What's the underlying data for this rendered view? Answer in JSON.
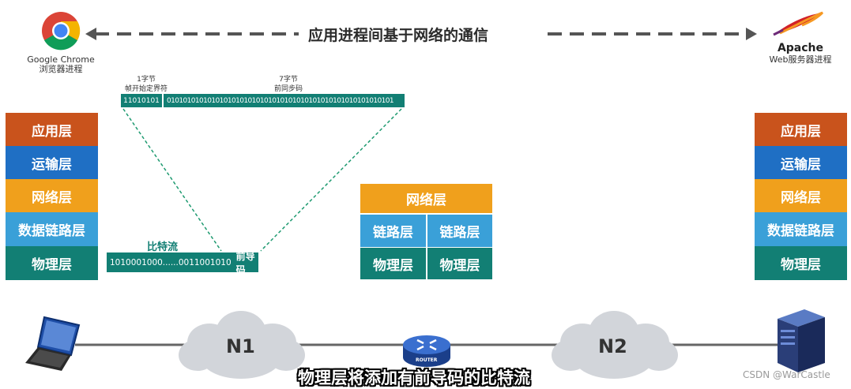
{
  "banner": "应用进程间基于网络的通信",
  "left_host": {
    "name": "Google Chrome",
    "desc": "浏览器进程"
  },
  "right_host": {
    "name": "Apache",
    "desc": "Web服务器进程"
  },
  "layers": {
    "app": "应用层",
    "transport": "运输层",
    "network": "网络层",
    "link": "数据链路层",
    "physical": "物理层"
  },
  "router_stack": {
    "network": "网络层",
    "link_left": "链路层",
    "link_right": "链路层",
    "phys_left": "物理层",
    "phys_right": "物理层"
  },
  "frame": {
    "sfd_label_1": "1字节",
    "sfd_label_2": "帧开始定界符",
    "sfd_bits": "11010101",
    "preamble_label_1": "7字节",
    "preamble_label_2": "前同步码",
    "preamble_bits": "01010101010101010101010101010101010101010101010101010101"
  },
  "bitstream": {
    "title": "比特流",
    "bits": "1010001000......0011001010",
    "suffix": "前导码"
  },
  "network": {
    "n1": "N1",
    "n2": "N2",
    "router": "ROUTER"
  },
  "subtitle": "物理层将添加有前导码的比特流",
  "watermark": "CSDN @WarCastle",
  "colors": {
    "app": "#c9531c",
    "transport": "#1f6fc4",
    "network": "#f0a01c",
    "link": "#3aa0d8",
    "physical": "#127f74"
  }
}
